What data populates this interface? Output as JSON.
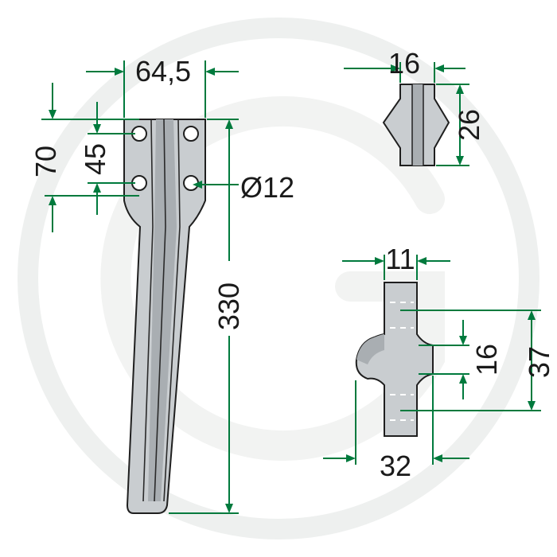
{
  "drawing": {
    "overall_width": "64,5",
    "hole_spacing_outer": "70",
    "hole_spacing_inner": "45",
    "hole_diameter": "Ø12",
    "length": "330",
    "section_top_width": "16",
    "section_top_height": "26",
    "shank_width": "11",
    "flange_width": "32",
    "flange_height": "16",
    "section_height": "37"
  },
  "colors": {
    "dimension_lines": "#007a3d",
    "part_fill": "#c9cdd0",
    "watermark": "#eef0ef"
  }
}
